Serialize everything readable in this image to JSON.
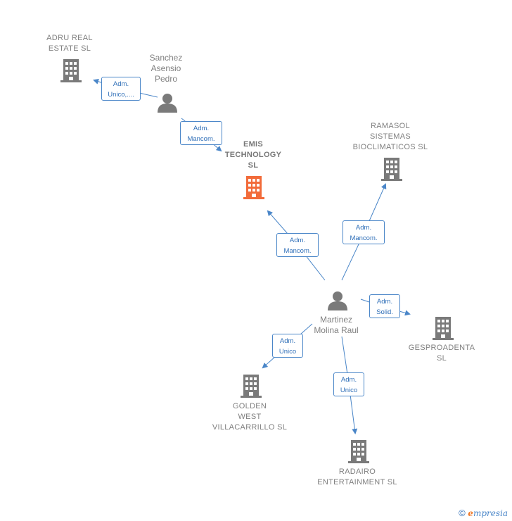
{
  "nodes": {
    "adru": {
      "label": "ADRU REAL\nESTATE  SL",
      "type": "company"
    },
    "sanchez": {
      "label": "Sanchez\nAsensio\nPedro",
      "type": "person"
    },
    "emis": {
      "label": "EMIS\nTECHNOLOGY\nSL",
      "type": "company",
      "highlight": true
    },
    "ramasol": {
      "label": "RAMASOL\nSISTEMAS\nBIOCLIMATICOS SL",
      "type": "company"
    },
    "martinez": {
      "label": "Martinez\nMolina Raul",
      "type": "person"
    },
    "gesproadenta": {
      "label": "GESPROADENTA\nSL",
      "type": "company"
    },
    "golden": {
      "label": "GOLDEN\nWEST\nVILLACARRILLO SL",
      "type": "company"
    },
    "radairo": {
      "label": "RADAIRO\nENTERTAINMENT SL",
      "type": "company"
    }
  },
  "edges": {
    "sanchez_adru": "Adm.\nUnico,....",
    "sanchez_emis": "Adm.\nMancom.",
    "martinez_emis": "Adm.\nMancom.",
    "martinez_ramasol": "Adm.\nMancom.",
    "martinez_gesproadenta": "Adm.\nSolid.",
    "martinez_golden": "Adm.\nUnico",
    "martinez_radairo": "Adm.\nUnico"
  },
  "colors": {
    "company_icon": "#7a7a7a",
    "focus_icon": "#f26b3a",
    "person_icon": "#7a7a7a",
    "edge": "#4a86c8"
  },
  "footer": {
    "copyright": "©",
    "brand": "mpresia",
    "brand_initial": "e"
  }
}
